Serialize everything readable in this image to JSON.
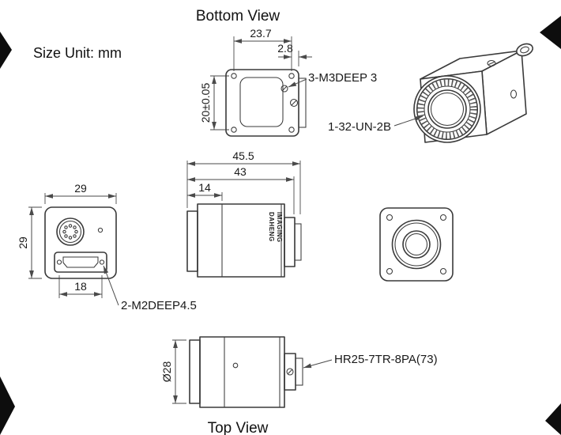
{
  "page": {
    "title": "Bottom View",
    "size_unit": "Size Unit: mm",
    "bottom_view_label": "Top View"
  },
  "colors": {
    "line": "#3a3a3a",
    "text": "#1a1a1a",
    "corner_marks": "#0d0d0d",
    "background": "#ffffff"
  },
  "views": {
    "bottom": {
      "dim_width": "23.7",
      "dim_edge": "2.8",
      "dim_height": "20±0.05",
      "annotation": "3-M3DEEP 3"
    },
    "perspective": {
      "thread_annotation": "1-32-UN-2B"
    },
    "side": {
      "dim_total": "45.5",
      "dim_body": "43",
      "dim_front": "14",
      "logo_line1": "DAHENG",
      "logo_line2": "IMAGING"
    },
    "front": {
      "dim_width": "29",
      "dim_height": "29",
      "dim_screw_spacing": "18",
      "annotation": "2-M2DEEP4.5"
    },
    "top": {
      "dim_diameter": "Ø28",
      "annotation": "HR25-7TR-8PA(73)"
    }
  }
}
